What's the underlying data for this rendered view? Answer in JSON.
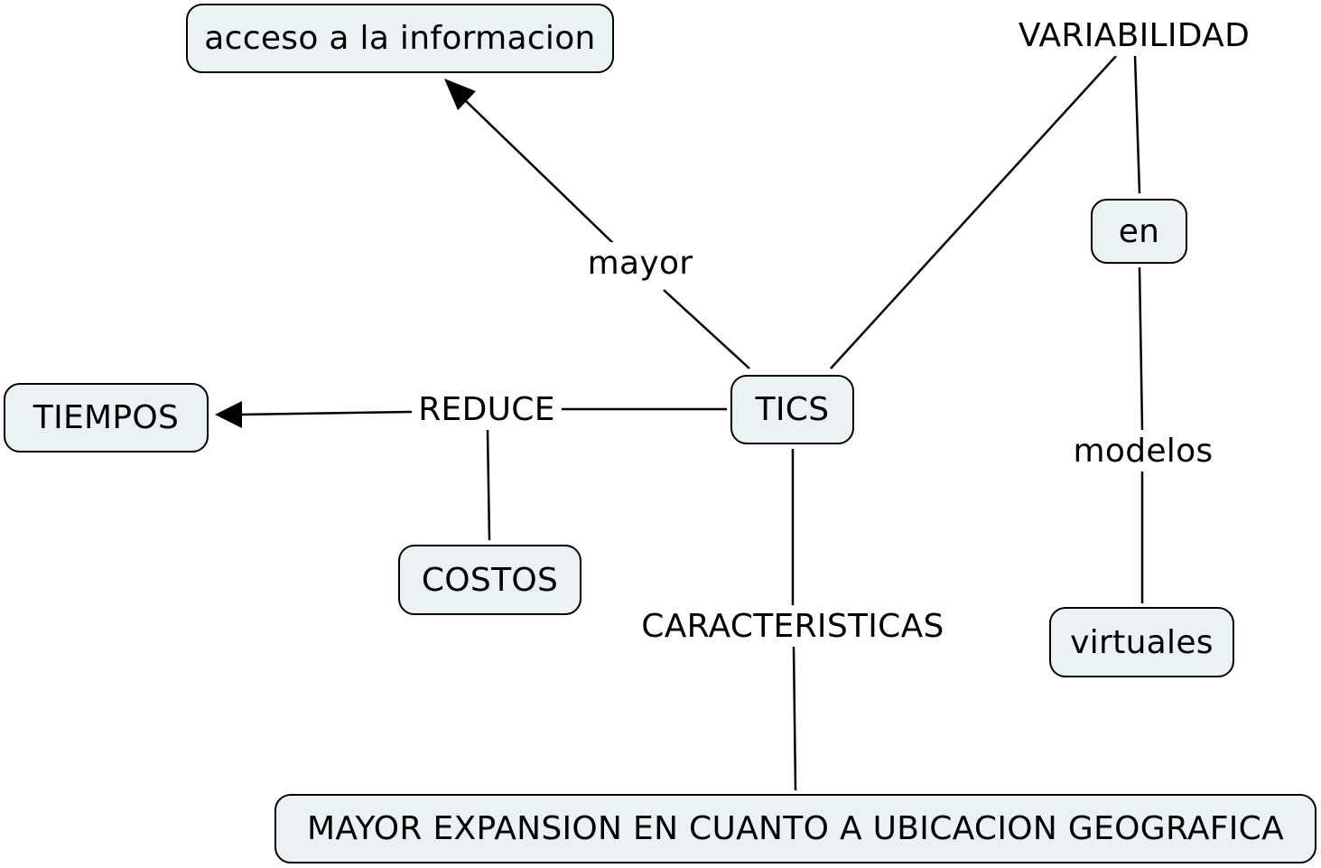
{
  "concepts": {
    "acceso": "acceso a la informacion",
    "tics": "TICS",
    "tiempos": "TIEMPOS",
    "costos": "COSTOS",
    "en": "en",
    "virtuales": "virtuales",
    "expansion": "MAYOR EXPANSION EN CUANTO A UBICACION GEOGRAFICA"
  },
  "linking_phrases": {
    "mayor": "mayor",
    "reduce": "REDUCE",
    "variabilidad": "VARIABILIDAD",
    "modelos": "modelos",
    "caracteristicas": "CARACTERISTICAS"
  },
  "colors": {
    "node_fill": "#ebf2f4",
    "stroke": "#000000",
    "background": "#ffffff"
  }
}
